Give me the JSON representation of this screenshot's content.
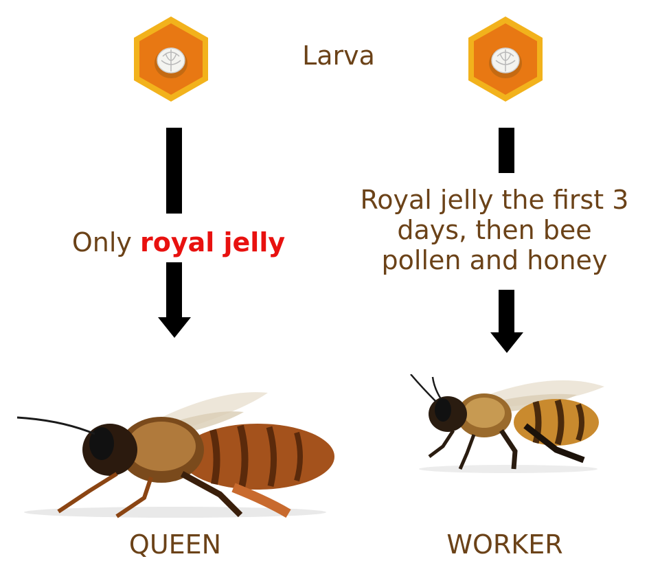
{
  "stage_label": "Larva",
  "left_path": {
    "prefix": "Only ",
    "highlight": "royal jelly",
    "highlight_color": "#e8110f",
    "result": "QUEEN"
  },
  "right_path": {
    "line1": "Royal jelly the first 3",
    "line2": "days, then bee",
    "line3": "pollen and honey",
    "result": "WORKER"
  },
  "colors": {
    "text": "#6b4218",
    "hex_outer": "#f2b21c",
    "hex_inner": "#e87813",
    "arrow": "#000000"
  },
  "icons": [
    "larva-hexagon-icon",
    "larva-hexagon-icon",
    "down-arrow-icon",
    "down-arrow-icon",
    "queen-bee-image",
    "worker-bee-image"
  ]
}
